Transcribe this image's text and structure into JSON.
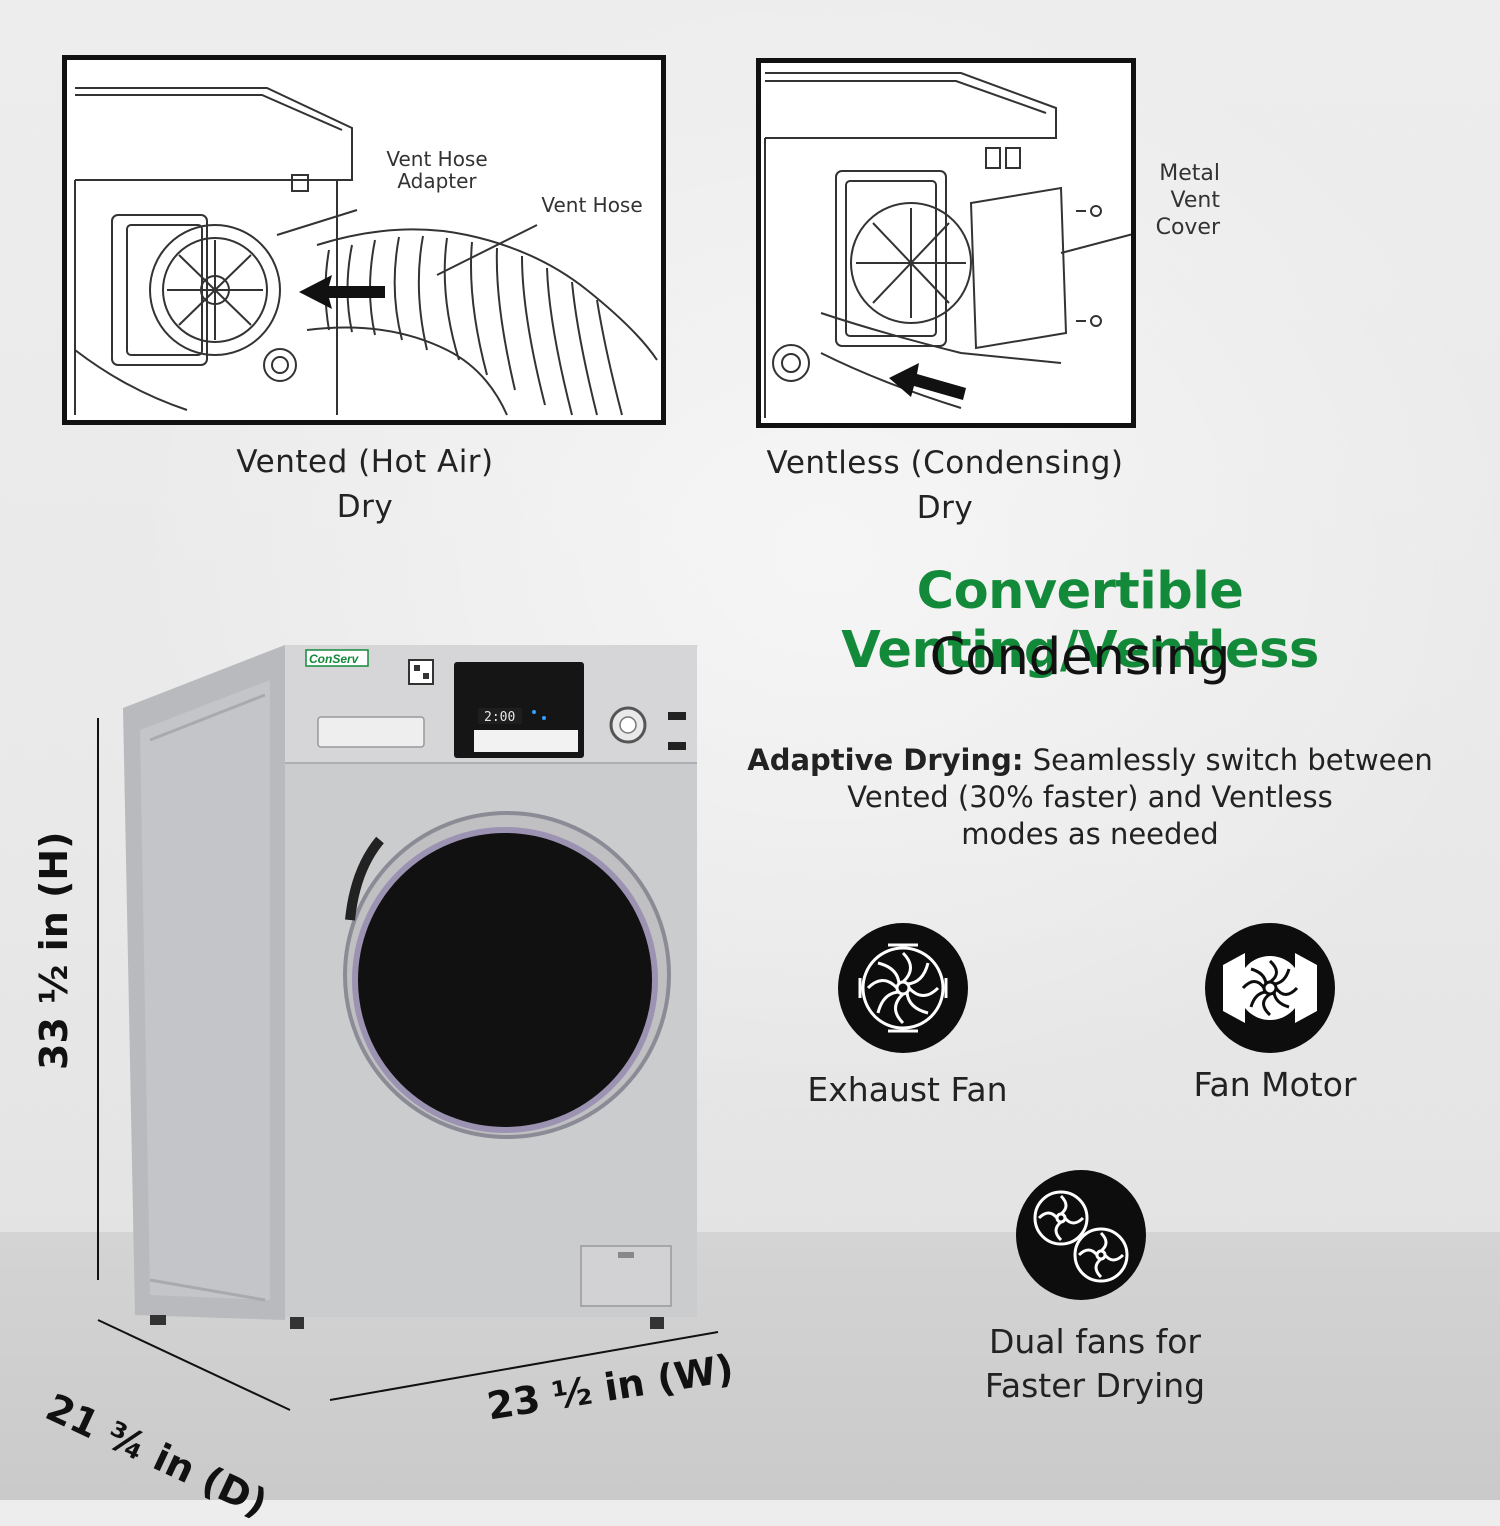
{
  "panels": {
    "vented": {
      "callout_adapter": "Vent Hose\nAdapter",
      "callout_hose": "Vent Hose",
      "caption_line1": "Vented (Hot Air)",
      "caption_line2": "Dry"
    },
    "ventless": {
      "callout_cover": "Metal\nVent\nCover",
      "caption_line1": "Ventless (Condensing)",
      "caption_line2": "Dry"
    }
  },
  "headline": {
    "green": "Convertible Venting/Ventless",
    "black": "Condensing"
  },
  "description": {
    "lead": "Adaptive Drying:",
    "line1_rest": " Seamlessly switch between",
    "line2": "Vented (30% faster) and Ventless",
    "line3": "modes as needed"
  },
  "features": [
    {
      "label": "Exhaust Fan",
      "icon": "exhaust-fan-icon"
    },
    {
      "label": "Fan Motor",
      "icon": "fan-motor-icon"
    },
    {
      "label_line1": "Dual fans for",
      "label_line2": "Faster Drying",
      "icon": "dual-fans-icon"
    }
  ],
  "product": {
    "brand": "ConServ",
    "display_time": "2:00"
  },
  "dimensions": {
    "height": "33 ½ in (H)",
    "depth": "21 ¾  in (D)",
    "width": "23 ½ in (W)"
  },
  "colors": {
    "accent_green": "#138a3a",
    "icon_black": "#0d0d0d",
    "machine_silver": "#c9c9cb"
  }
}
